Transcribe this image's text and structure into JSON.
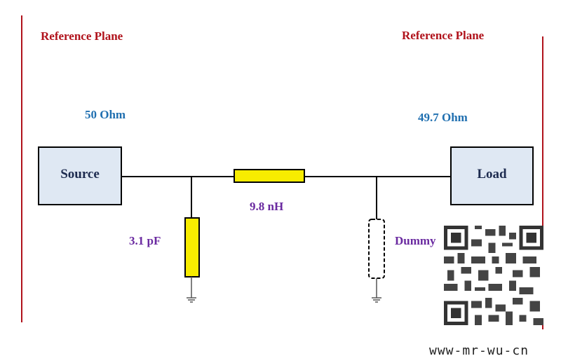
{
  "labels": {
    "reference_plane_left": "Reference Plane",
    "reference_plane_right": "Reference Plane",
    "source_impedance": "50 Ohm",
    "load_impedance": "49.7 Ohm",
    "source": "Source",
    "load": "Load",
    "inductor": "9.8 nH",
    "capacitor": "3.1 pF",
    "dummy": "Dummy"
  },
  "watermark": "www-mr-wu-cn",
  "colors": {
    "reference_plane": "#b0121b",
    "impedance_text": "#1f6fb0",
    "component_text": "#6a2aa0",
    "component_fill": "#f7ec00",
    "box_fill": "#dfe8f3",
    "wire": "#000000"
  }
}
